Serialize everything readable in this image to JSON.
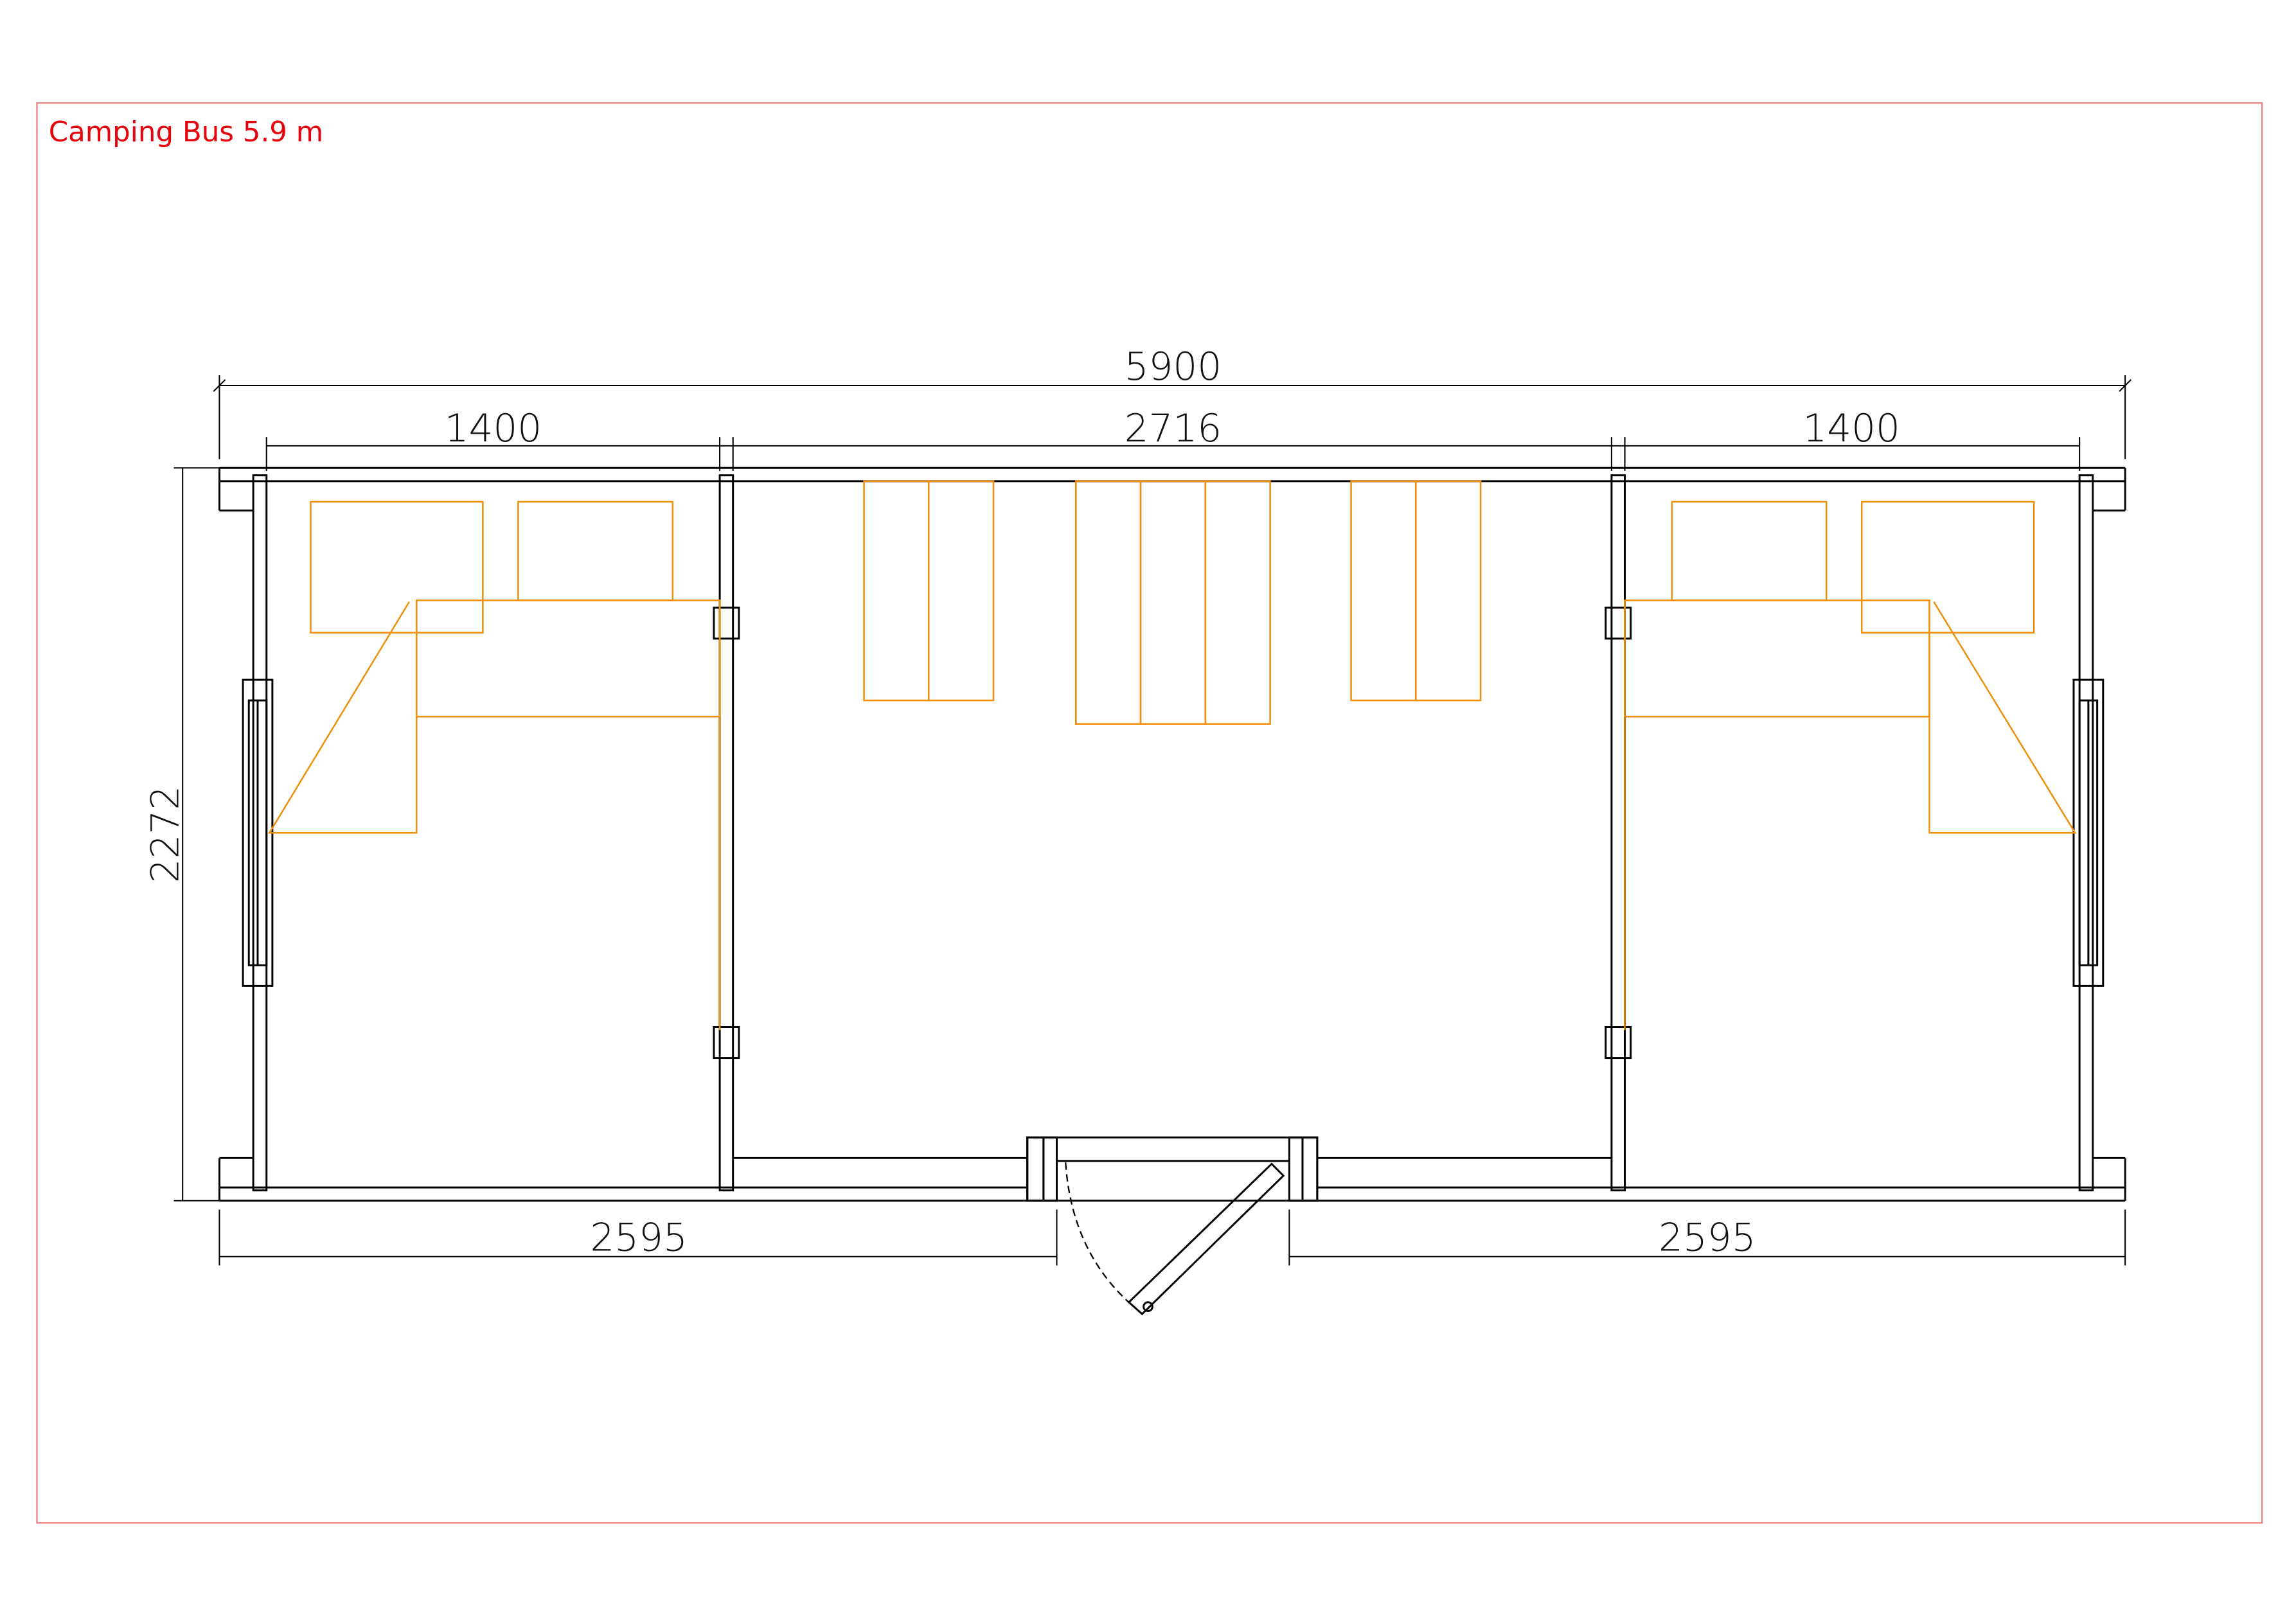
{
  "title": "Camping Bus 5.9 m",
  "colors": {
    "frame": "#f08080",
    "title": "#e8000a",
    "furniture": "#f0900a",
    "walls": "#000000"
  },
  "dimensions": {
    "overall_length": "5900",
    "left_room": "1400",
    "middle_room": "2716",
    "right_room": "1400",
    "width": "2272",
    "bottom_left": "2595",
    "bottom_right": "2595"
  }
}
